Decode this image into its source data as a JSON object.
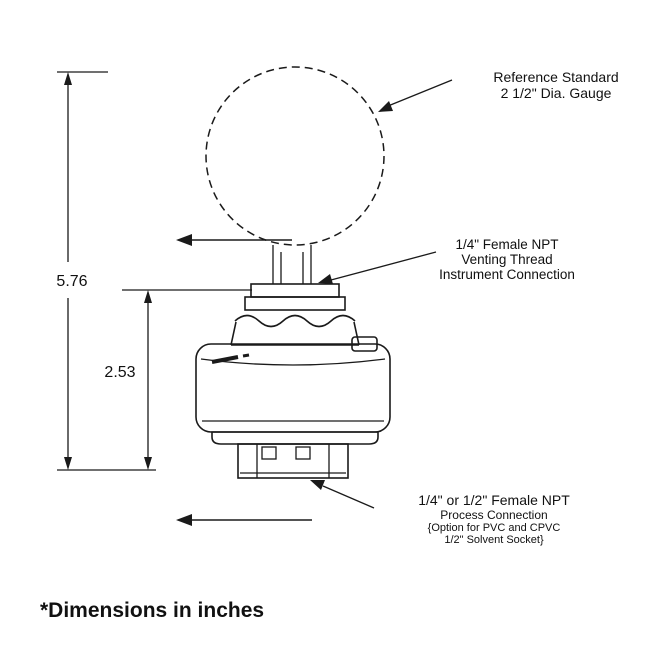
{
  "annotations": {
    "reference": {
      "line1": "Reference Standard",
      "line2": "2 1/2\" Dia. Gauge"
    },
    "venting": {
      "line1": "1/4\" Female NPT",
      "line2": "Venting Thread",
      "line3": "Instrument Connection"
    },
    "process": {
      "line1": "1/4\" or 1/2\" Female NPT",
      "line2": "Process Connection",
      "line3": "{Option for PVC and CPVC",
      "line4": "1/2\" Solvent Socket}"
    }
  },
  "dimensions": {
    "overall_height": "5.76",
    "body_height": "2.53"
  },
  "footnote": "*Dimensions in inches",
  "colors": {
    "line": "#1a1a1a",
    "background": "#ffffff"
  }
}
